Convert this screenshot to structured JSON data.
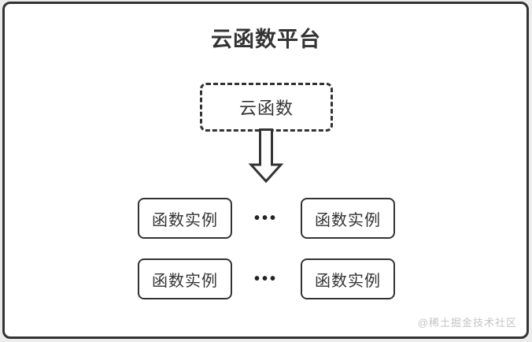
{
  "colors": {
    "bg": "#ececec",
    "panel_bg": "#ffffff",
    "line": "#333333",
    "text": "#333333",
    "watermark_color": "#c4c4c4"
  },
  "diagram": {
    "title": "云函数平台",
    "cloud_function": {
      "label": "云函数"
    },
    "rows": [
      {
        "left": "函数实例",
        "dots": "•••",
        "right": "函数实例"
      },
      {
        "left": "函数实例",
        "dots": "•••",
        "right": "函数实例"
      }
    ]
  },
  "watermark": "@稀土掘金技术社区"
}
